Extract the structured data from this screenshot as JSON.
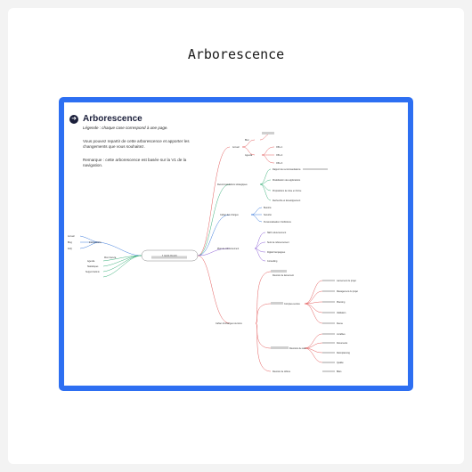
{
  "page": {
    "title": "Arborescence"
  },
  "header": {
    "icon": "arrow-right-icon",
    "title": "Arborescence",
    "legend": "Légende : chaque case correspond à une page.",
    "paragraph1": "Vous pouvez repartir de cette arborescence et apporter les changements que vous souhaitez.",
    "paragraph2": "Remarque : cette arborescence est basée sur la V1 de la navigation."
  },
  "tree": {
    "root": "Lorem ipsum",
    "left_hub": "Mon Intervia",
    "left_children": [
      "Interventions",
      "Agenda",
      "Statistiques",
      "Support Admin"
    ],
    "left_leaves": [
      "Accueil",
      "Blog",
      "FAQ"
    ],
    "accueil": "Accueil",
    "accueil_children": [
      "Bloc",
      "Agenda"
    ],
    "bloc_children": [
      "Offre 1",
      "Offre 2",
      "Offre 3"
    ],
    "right_groups": [
      "Recommandations stratégiques",
      "Cahier des charges",
      "Plan de référencement",
      "Cahier d'échanges réunions"
    ],
    "strat_children": [
      "Rapport de recommandations",
      "Modélisation des applications",
      "Propositions de mise en forme",
      "Recherche et développement"
    ],
    "cdc_children": [
      "Besoins",
      "Sécurité",
      "Personnalisation / Définitions"
    ],
    "ref_children": [
      "SEO referencement",
      "Suivi de référencement",
      "Digital Campagnes",
      "Consulting"
    ],
    "echanges_children": [
      "Réunion de lancement",
      "Comptes-rendus",
      "Réunions de suivi",
      "Réunion de clôture"
    ],
    "echanges_leaves": [
      "Lancement du projet",
      "Management du projet",
      "Planning",
      "Validation",
      "Revue",
      "Livrables",
      "Documents",
      "Rétroplanning",
      "Qualité",
      "Bilan"
    ]
  },
  "colors": {
    "accent": "#2d6ff2",
    "title": "#1b1f3b",
    "branch_red": "#e45c5c",
    "branch_green": "#3ab07a",
    "branch_blue": "#3b7bdc",
    "branch_purple": "#8a5cd6",
    "placeholder_grey": "#cfcfcf"
  }
}
